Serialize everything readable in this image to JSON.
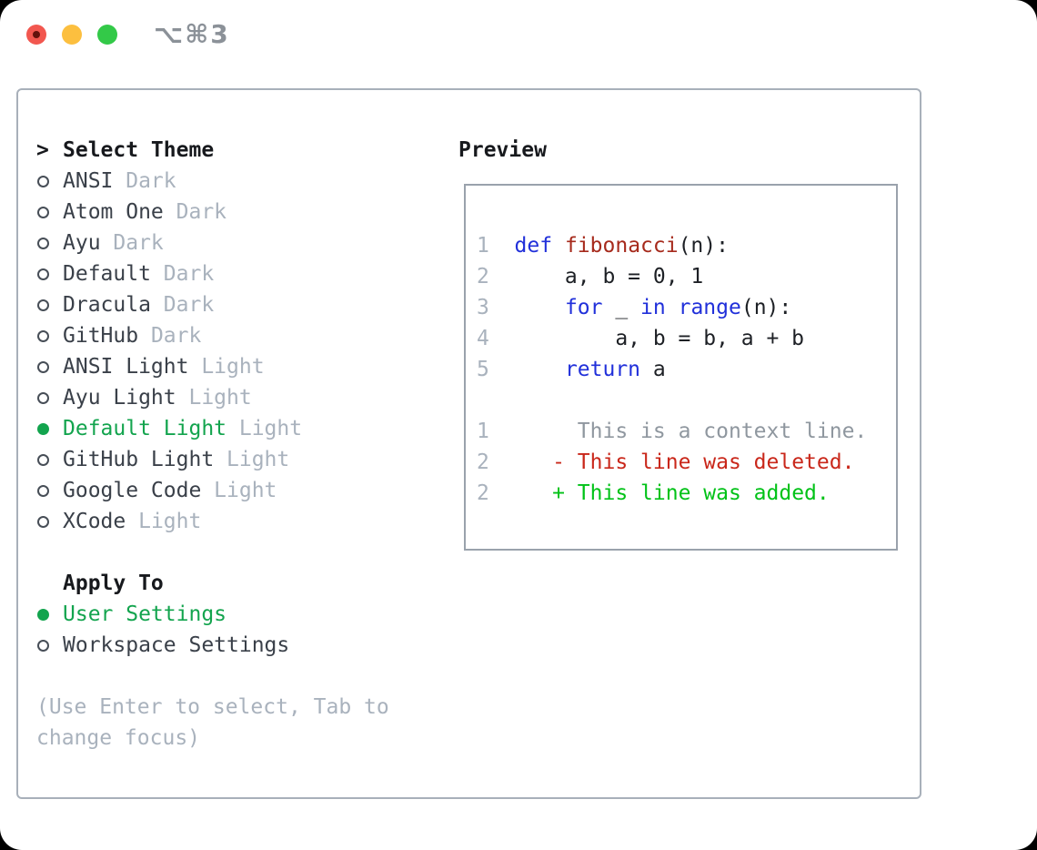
{
  "window": {
    "shortcut": "⌥⌘3"
  },
  "theme_selector": {
    "title": "Select Theme",
    "prompt_marker": ">",
    "themes": [
      {
        "name": "ANSI",
        "variant": "Dark",
        "selected": false
      },
      {
        "name": "Atom One",
        "variant": "Dark",
        "selected": false
      },
      {
        "name": "Ayu",
        "variant": "Dark",
        "selected": false
      },
      {
        "name": "Default",
        "variant": "Dark",
        "selected": false
      },
      {
        "name": "Dracula",
        "variant": "Dark",
        "selected": false
      },
      {
        "name": "GitHub",
        "variant": "Dark",
        "selected": false
      },
      {
        "name": "ANSI Light",
        "variant": "Light",
        "selected": false
      },
      {
        "name": "Ayu Light",
        "variant": "Light",
        "selected": false
      },
      {
        "name": "Default Light",
        "variant": "Light",
        "selected": true
      },
      {
        "name": "GitHub Light",
        "variant": "Light",
        "selected": false
      },
      {
        "name": "Google Code",
        "variant": "Light",
        "selected": false
      },
      {
        "name": "XCode",
        "variant": "Light",
        "selected": false
      }
    ]
  },
  "apply_to": {
    "title": "Apply To",
    "options": [
      {
        "label": "User Settings",
        "selected": true
      },
      {
        "label": "Workspace Settings",
        "selected": false
      }
    ]
  },
  "help": {
    "line1": "(Use Enter to select, Tab to",
    "line2": "change focus)"
  },
  "preview": {
    "title": "Preview",
    "lines": [
      {
        "tokens": [
          {
            "c": "num",
            "t": "1  "
          },
          {
            "c": "kw",
            "t": "def"
          },
          {
            "c": "plain",
            "t": " "
          },
          {
            "c": "fn",
            "t": "fibonacci"
          },
          {
            "c": "plain",
            "t": "(n):"
          }
        ]
      },
      {
        "tokens": [
          {
            "c": "num",
            "t": "2  "
          },
          {
            "c": "plain",
            "t": "    a, b = 0, 1"
          }
        ]
      },
      {
        "tokens": [
          {
            "c": "num",
            "t": "3  "
          },
          {
            "c": "plain",
            "t": "    "
          },
          {
            "c": "kw",
            "t": "for"
          },
          {
            "c": "plain",
            "t": " _ "
          },
          {
            "c": "kw",
            "t": "in"
          },
          {
            "c": "plain",
            "t": " "
          },
          {
            "c": "kw",
            "t": "range"
          },
          {
            "c": "plain",
            "t": "(n):"
          }
        ]
      },
      {
        "tokens": [
          {
            "c": "num",
            "t": "4  "
          },
          {
            "c": "plain",
            "t": "        a, b = b, a + b"
          }
        ]
      },
      {
        "tokens": [
          {
            "c": "num",
            "t": "5  "
          },
          {
            "c": "plain",
            "t": "    "
          },
          {
            "c": "kw",
            "t": "return"
          },
          {
            "c": "plain",
            "t": " a"
          }
        ]
      },
      {
        "tokens": []
      },
      {
        "tokens": [
          {
            "c": "num",
            "t": "1"
          },
          {
            "c": "ctx",
            "t": "       This is a context line."
          }
        ]
      },
      {
        "tokens": [
          {
            "c": "num",
            "t": "2"
          },
          {
            "c": "del",
            "t": "     - This line was deleted."
          }
        ]
      },
      {
        "tokens": [
          {
            "c": "num",
            "t": "2"
          },
          {
            "c": "add",
            "t": "     + This line was added."
          }
        ]
      }
    ]
  },
  "colors": {
    "selection_green": "#13a44e",
    "added_green": "#00c217",
    "deleted_red": "#c9271a",
    "function_red": "#a62a1c",
    "keyword_blue": "#2130da",
    "muted_gray": "#a9b2bd",
    "context_gray": "#8f979f",
    "panel_border": "#a8b0ba",
    "preview_border": "#9aa2ac",
    "traffic_red": "#f2574f",
    "traffic_yellow": "#fcbf3f",
    "traffic_green": "#33c948"
  }
}
